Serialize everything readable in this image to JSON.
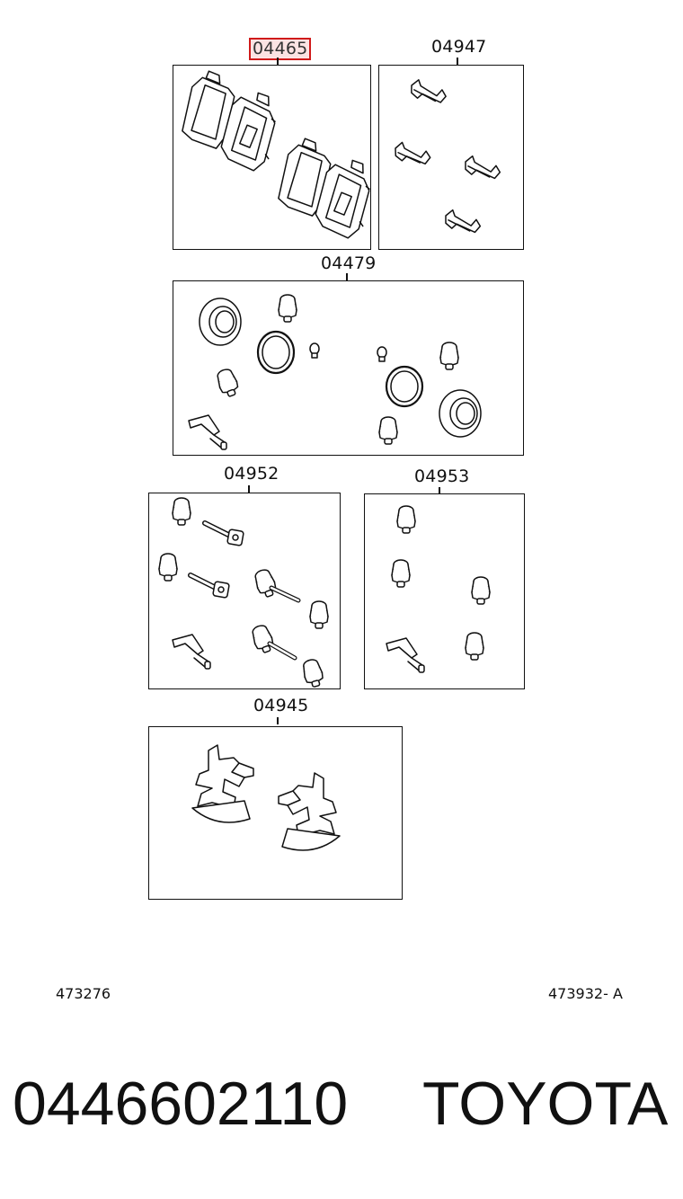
{
  "kits": [
    {
      "id": "kit-pads",
      "code": "04465",
      "highlighted": true
    },
    {
      "id": "kit-anti-squeal",
      "code": "04947"
    },
    {
      "id": "kit-cylinder",
      "code": "04479"
    },
    {
      "id": "kit-guide-left",
      "code": "04952"
    },
    {
      "id": "kit-guide-right",
      "code": "04953"
    },
    {
      "id": "kit-shims",
      "code": "04945"
    }
  ],
  "footer": {
    "left_code": "473276",
    "right_code": "473932- A"
  },
  "part": {
    "number": "0446602110",
    "brand": "TOYOTA"
  },
  "colors": {
    "highlight_border": "#d01a1a",
    "highlight_fill": "#fbe3e3",
    "line": "#111111"
  }
}
